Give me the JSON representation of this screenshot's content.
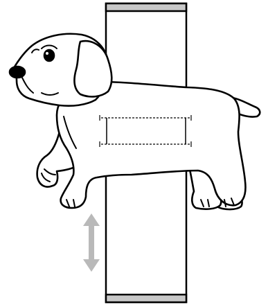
{
  "colors": {
    "outline": "#000000",
    "fill": "#ffffff",
    "end_cap": "#c8c8c8",
    "arrow": "#b9b9b9"
  },
  "icons": {
    "subject": "dog-illustration",
    "band": "vertical-band",
    "direction": "double-headed-vertical-arrow"
  }
}
